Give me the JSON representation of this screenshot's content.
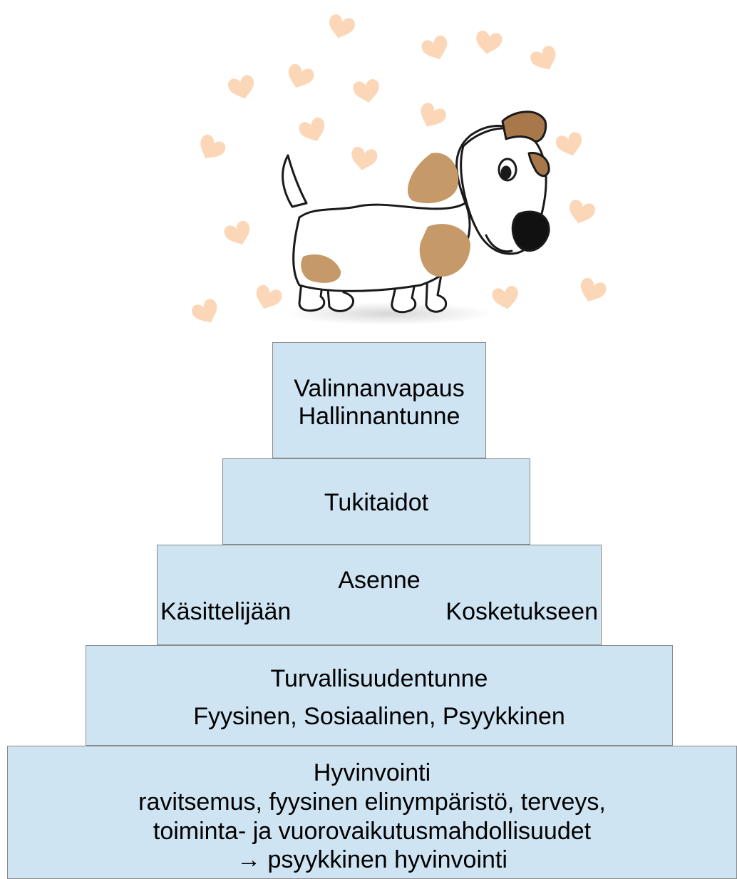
{
  "pyramid": {
    "top": {
      "line1": "Valinnanvapaus",
      "line2": "Hallinnantunne"
    },
    "tier2": {
      "title": "Tukitaidot"
    },
    "tier3": {
      "title": "Asenne",
      "left": "Käsittelijään",
      "right": "Kosketukseen"
    },
    "tier4": {
      "title": "Turvallisuudentunne",
      "subtitle": "Fyysinen, Sosiaalinen, Psyykkinen"
    },
    "base": {
      "title": "Hyvinvointi",
      "line2": "ravitsemus, fyysinen elinympäristö, terveys,",
      "line3": "toiminta- ja vuorovaikutusmahdollisuudet",
      "line4": "→ psyykkinen hyvinvointi"
    }
  },
  "illustration": {
    "subject": "dog-illustration",
    "heart_color": "#fbd7b8",
    "patch_color": "#c59a68",
    "ear_color": "#a9784a"
  },
  "colors": {
    "tier_fill": "#cfe4f3",
    "tier_border": "#8a8a8a"
  }
}
